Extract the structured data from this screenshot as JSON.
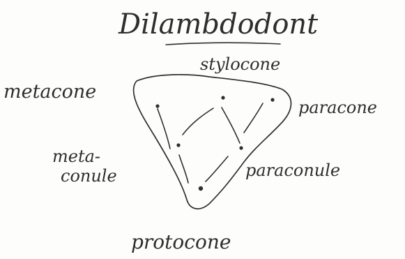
{
  "title": "Dilambdodont",
  "labels": {
    "stylocone": "stylocone",
    "metacone": "metacone",
    "paracone": "paracone",
    "metaconule": "meta-\nconule",
    "paraconule": "paraconule",
    "protocone": "protocone"
  },
  "ink_color": "#2e2e2e",
  "paper_color": "#fdfdfc"
}
